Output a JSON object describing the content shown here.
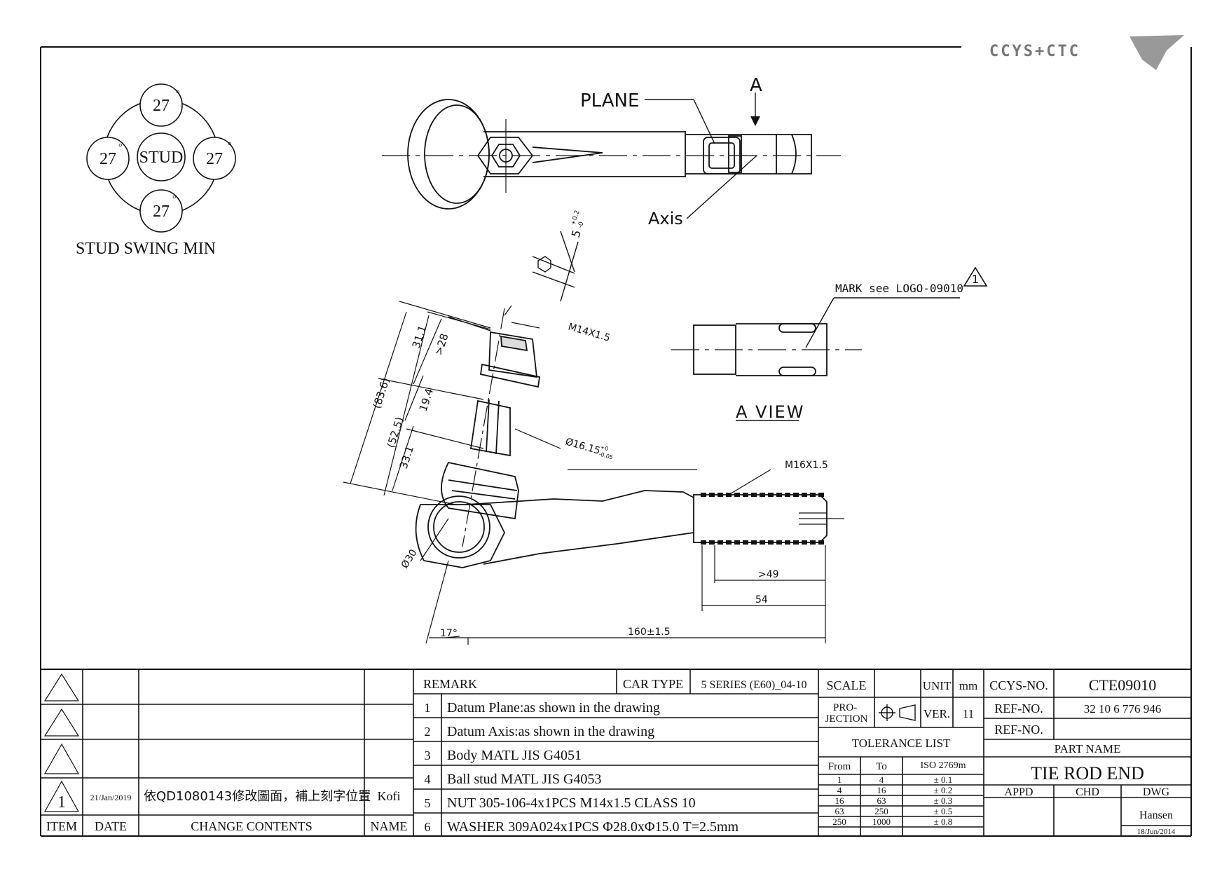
{
  "logo": {
    "text": "CCYS+CTC"
  },
  "stud_swing": {
    "angles": [
      "27",
      "27",
      "27",
      "27"
    ],
    "degree_mark": "°",
    "center": "STUD",
    "caption": "STUD SWING MIN"
  },
  "top_view": {
    "plane_label": "PLANE",
    "axis_label": "Axis",
    "section_marker": "A"
  },
  "a_view": {
    "mark_note": "MARK see LOGO-09010",
    "revision_mark": "1",
    "caption": "A VIEW"
  },
  "dimensions": {
    "hex_dim": "5",
    "hex_dim_tol_upper": "+0.2",
    "hex_dim_tol_lower": "-0",
    "thread_stud": "M14X1.5",
    "thread_rod": "M16X1.5",
    "d1": "31.1",
    "d2": ">28",
    "d3": "19.4",
    "d4": "(83.6)",
    "d5": "(52.5)",
    "d6": "33.1",
    "taper": "Ø16.15",
    "taper_tol_upper": "+0",
    "taper_tol_lower": "-0.05",
    "ball": "Ø30",
    "angle": "17°",
    "length": "160±1.5",
    "thread_depth": ">49",
    "rod_len": "54"
  },
  "revision_block": {
    "rows": [
      {
        "item": "",
        "date": "",
        "contents": "",
        "name": ""
      },
      {
        "item": "",
        "date": "",
        "contents": "",
        "name": ""
      },
      {
        "item": "",
        "date": "",
        "contents": "",
        "name": ""
      },
      {
        "item": "1",
        "date": "21/Jan/2019",
        "contents": "依QD1080143修改圖面，補上刻字位置",
        "name": "Kofi"
      }
    ],
    "headers": {
      "item": "ITEM",
      "date": "DATE",
      "contents": "CHANGE CONTENTS",
      "name": "NAME"
    }
  },
  "remarks": {
    "title": "REMARK",
    "car_type_label": "CAR TYPE",
    "car_type_value": "5 SERIES (E60)_04-10",
    "items": [
      {
        "no": "1",
        "text": "Datum Plane:as shown in the drawing"
      },
      {
        "no": "2",
        "text": "Datum Axis:as shown in the drawing"
      },
      {
        "no": "3",
        "text": "Body MATL JIS G4051"
      },
      {
        "no": "4",
        "text": "Ball stud MATL JIS G4053"
      },
      {
        "no": "5",
        "text": "NUT 305-106-4x1PCS M14x1.5 CLASS 10"
      },
      {
        "no": "6",
        "text": "WASHER 309A024x1PCS Φ28.0xΦ15.0 T=2.5mm"
      }
    ]
  },
  "scale_block": {
    "scale_label": "SCALE",
    "scale_value": "",
    "unit_label": "UNIT",
    "unit_value": "mm",
    "projection_label": "PRO-\nJECTION",
    "ver_label": "VER.",
    "ver_value": "11"
  },
  "tolerance": {
    "title": "TOLERANCE LIST",
    "headers": [
      "From",
      "To",
      "ISO 2769m"
    ],
    "rows": [
      [
        "1",
        "4",
        "± 0.1"
      ],
      [
        "4",
        "16",
        "± 0.2"
      ],
      [
        "16",
        "63",
        "± 0.3"
      ],
      [
        "63",
        "250",
        "± 0.5"
      ],
      [
        "250",
        "1000",
        "± 0.8"
      ]
    ]
  },
  "title_block": {
    "ccys_label": "CCYS-NO.",
    "ccys_value": "CTE09010",
    "ref1_label": "REF-NO.",
    "ref1_value": "32 10 6 776 946",
    "ref2_label": "REF-NO.",
    "ref2_value": "",
    "part_name_label": "PART NAME",
    "part_name": "TIE ROD END",
    "appd_label": "APPD",
    "chd_label": "CHD",
    "dwg_label": "DWG",
    "dwg_name": "Hansen",
    "dwg_date": "18/Jun/2014"
  }
}
